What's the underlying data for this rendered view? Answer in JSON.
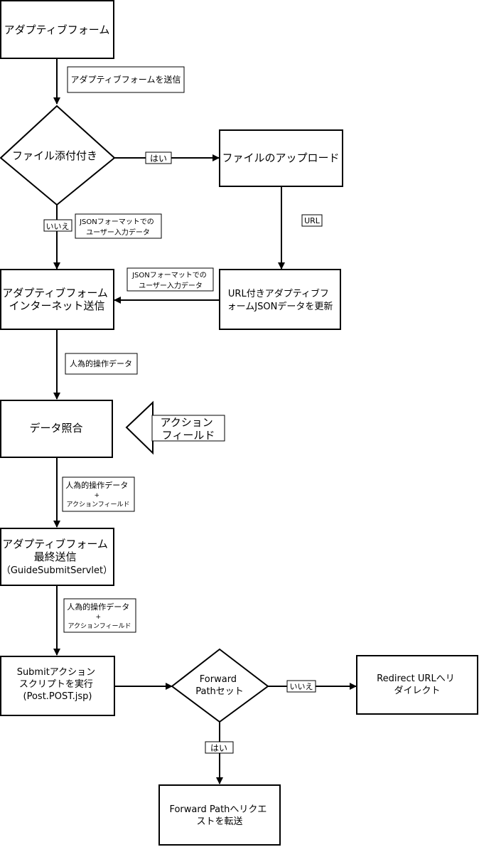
{
  "nodes": {
    "adaptive_form": [
      "アダプティブフォーム"
    ],
    "has_attachment": [
      "ファイル添付付き"
    ],
    "file_upload": [
      "ファイルのアップロード"
    ],
    "update_json": [
      "URL付きアダプティブフ",
      "ォームJSONデータを更新"
    ],
    "internal_submit": [
      "アダプティブフォーム",
      "インターネット送信"
    ],
    "data_merge": [
      "データ照合"
    ],
    "action_field": [
      "アクション",
      "フィールド"
    ],
    "final_submit": [
      "アダプティブフォーム",
      "最終送信",
      "（GuideSubmitServlet）"
    ],
    "submit_action": [
      "Submitアクション",
      "スクリプトを実行",
      "(Post.POST.jsp)"
    ],
    "forward_path": [
      "Forward",
      "Pathセット"
    ],
    "redirect": [
      "Redirect URLへリ",
      "ダイレクト"
    ],
    "forward_request": [
      "Forward Pathへリクエ",
      "ストを転送"
    ]
  },
  "edge_labels": {
    "submit_form": [
      "アダプティブフォームを送信"
    ],
    "yes1": [
      "はい"
    ],
    "no1": [
      "いいえ"
    ],
    "json_data1": [
      "JSONフォーマットでの",
      "ユーザー入力データ"
    ],
    "url": [
      "URL"
    ],
    "json_data2": [
      "JSONフォーマットでの",
      "ユーザー入力データ"
    ],
    "human_data": [
      "人為的操作データ"
    ],
    "human_action1": [
      "人為的操作データ",
      "+",
      "アクションフィールド"
    ],
    "human_action2": [
      "人為的操作データ",
      "+",
      "アクションフィールド"
    ],
    "no2": [
      "いいえ"
    ],
    "yes2": [
      "はい"
    ]
  }
}
